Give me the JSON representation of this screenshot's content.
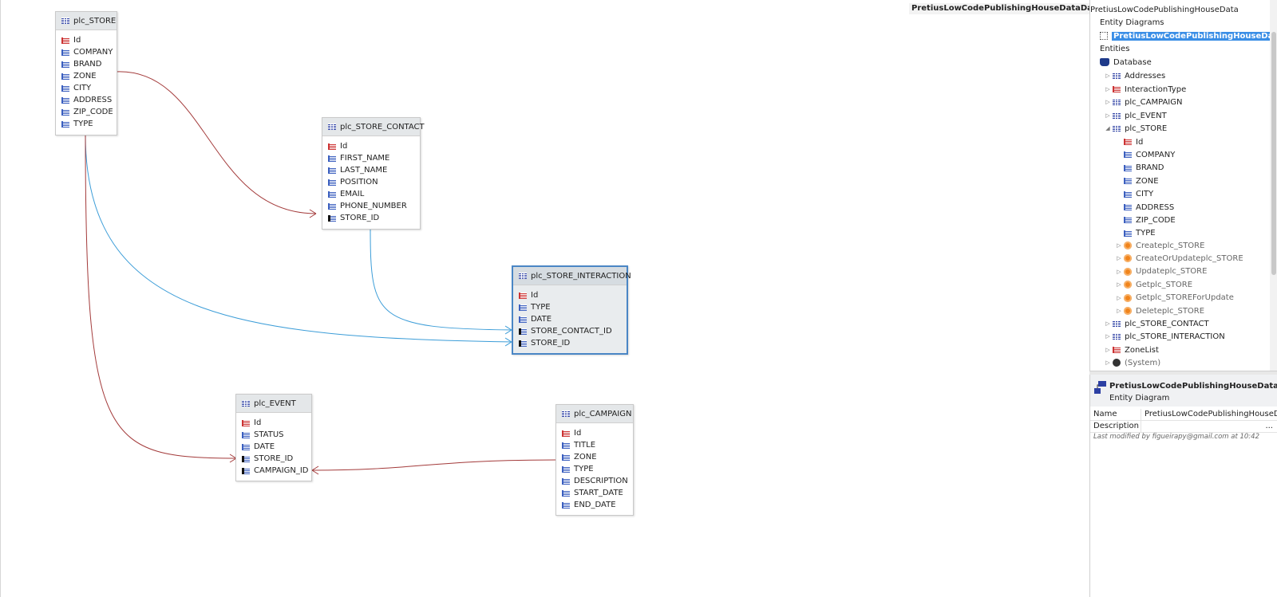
{
  "diagram": {
    "title": "PretiusLowCodePublishingHouseDataDataModel",
    "entities": {
      "store": {
        "name": "plc_STORE",
        "attributes": [
          {
            "name": "Id",
            "kind": "id"
          },
          {
            "name": "COMPANY",
            "kind": "attr"
          },
          {
            "name": "BRAND",
            "kind": "attr"
          },
          {
            "name": "ZONE",
            "kind": "attr"
          },
          {
            "name": "CITY",
            "kind": "attr"
          },
          {
            "name": "ADDRESS",
            "kind": "attr"
          },
          {
            "name": "ZIP_CODE",
            "kind": "attr"
          },
          {
            "name": "TYPE",
            "kind": "attr"
          }
        ]
      },
      "store_contact": {
        "name": "plc_STORE_CONTACT",
        "attributes": [
          {
            "name": "Id",
            "kind": "id"
          },
          {
            "name": "FIRST_NAME",
            "kind": "attr"
          },
          {
            "name": "LAST_NAME",
            "kind": "attr"
          },
          {
            "name": "POSITION",
            "kind": "attr"
          },
          {
            "name": "EMAIL",
            "kind": "attr"
          },
          {
            "name": "PHONE_NUMBER",
            "kind": "attr"
          },
          {
            "name": "STORE_ID",
            "kind": "fk"
          }
        ]
      },
      "store_interaction": {
        "name": "plc_STORE_INTERACTION",
        "attributes": [
          {
            "name": "Id",
            "kind": "id"
          },
          {
            "name": "TYPE",
            "kind": "attr"
          },
          {
            "name": "DATE",
            "kind": "attr"
          },
          {
            "name": "STORE_CONTACT_ID",
            "kind": "fk"
          },
          {
            "name": "STORE_ID",
            "kind": "fk"
          }
        ]
      },
      "event": {
        "name": "plc_EVENT",
        "attributes": [
          {
            "name": "Id",
            "kind": "id"
          },
          {
            "name": "STATUS",
            "kind": "attr"
          },
          {
            "name": "DATE",
            "kind": "attr"
          },
          {
            "name": "STORE_ID",
            "kind": "fk"
          },
          {
            "name": "CAMPAIGN_ID",
            "kind": "fk"
          }
        ]
      },
      "campaign": {
        "name": "plc_CAMPAIGN",
        "attributes": [
          {
            "name": "Id",
            "kind": "id"
          },
          {
            "name": "TITLE",
            "kind": "attr"
          },
          {
            "name": "ZONE",
            "kind": "attr"
          },
          {
            "name": "TYPE",
            "kind": "attr"
          },
          {
            "name": "DESCRIPTION",
            "kind": "attr"
          },
          {
            "name": "START_DATE",
            "kind": "attr"
          },
          {
            "name": "END_DATE",
            "kind": "attr"
          }
        ]
      }
    },
    "colors": {
      "red_link": "#a33a3a",
      "blue_link": "#3c9dd8",
      "selected_border": "#4a86c5"
    }
  },
  "tree": {
    "root": "PretiusLowCodePublishingHouseData",
    "entity_diagrams": "Entity Diagrams",
    "selected_diagram": "PretiusLowCodePublishingHouseDataDataModel",
    "entities": "Entities",
    "database": "Database",
    "items": {
      "addresses": "Addresses",
      "interaction_type": "InteractionType",
      "campaign": "plc_CAMPAIGN",
      "event": "plc_EVENT",
      "store": "plc_STORE",
      "store_attrs": [
        "Id",
        "COMPANY",
        "BRAND",
        "ZONE",
        "CITY",
        "ADDRESS",
        "ZIP_CODE",
        "TYPE"
      ],
      "store_actions": [
        "Createplc_STORE",
        "CreateOrUpdateplc_STORE",
        "Updateplc_STORE",
        "Getplc_STORE",
        "Getplc_STOREForUpdate",
        "Deleteplc_STORE"
      ],
      "store_contact": "plc_STORE_CONTACT",
      "store_interaction": "plc_STORE_INTERACTION",
      "zone_list": "ZoneList",
      "system": "(System)"
    }
  },
  "properties": {
    "name_title": "PretiusLowCodePublishingHouseDataDataModel",
    "type": "Entity Diagram",
    "name_label": "Name",
    "name_value": "PretiusLowCodePublishingHouseDataDataModel",
    "description_label": "Description",
    "description_button": "...",
    "modified": "Last modified by figueirapy@gmail.com at 10:42"
  }
}
